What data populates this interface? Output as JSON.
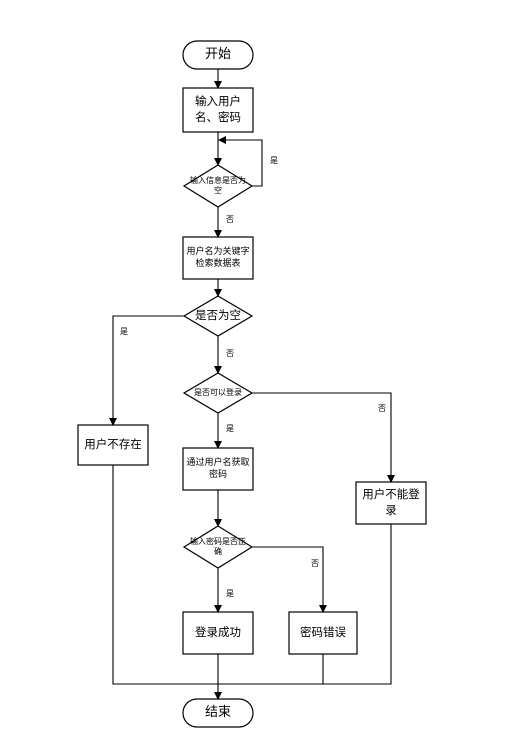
{
  "nodes": {
    "start": "开始",
    "input_user": "输入用户名、密码",
    "check_empty_input": "输入信息是否为空",
    "search_db": "用户名为关键字检索数据表",
    "check_empty_result": "是否为空",
    "user_not_exist": "用户不存在",
    "check_can_login": "是否可以登录",
    "get_password": "通过用户名获取密码",
    "check_password": "输入密码是否正确",
    "cannot_login": "用户不能登录",
    "login_success": "登录成功",
    "password_error": "密码错误",
    "end": "结束"
  },
  "edge_labels": {
    "yes": "是",
    "no": "否"
  },
  "colors": {
    "stroke": "#000000",
    "fill": "#ffffff"
  }
}
